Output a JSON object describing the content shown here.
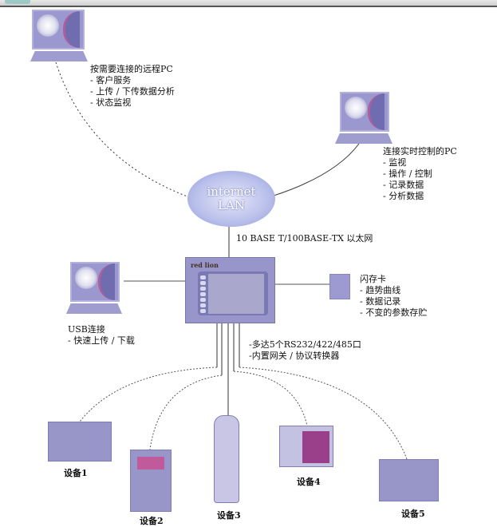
{
  "remote_pc": {
    "title": "按需要连接的远程PC",
    "items": [
      "- 客户服务",
      "- 上传 / 下传数据分析",
      "- 状态监视"
    ]
  },
  "realtime_pc": {
    "title": "连接实时控制的PC",
    "items": [
      "- 监视",
      "- 操作 / 控制",
      "- 记录数据",
      "- 分析数据"
    ]
  },
  "cloud": {
    "line1": "internet",
    "line2": "LAN"
  },
  "ethernet_label": "10 BASE T/100BASE-TX 以太网",
  "hmi": {
    "brand": "red lion"
  },
  "flash_card": {
    "title": "闪存卡",
    "items": [
      "- 趋势曲线",
      "- 数据记录",
      "- 不变的参数存贮"
    ]
  },
  "usb": {
    "title": "USB连接",
    "items": [
      "- 快速上传 / 下载"
    ]
  },
  "serial": {
    "items": [
      "-多达5个RS232/422/485口",
      "-内置网关 / 协议转换器"
    ]
  },
  "devices": [
    "设备1",
    "设备2",
    "设备3",
    "设备4",
    "设备5"
  ]
}
